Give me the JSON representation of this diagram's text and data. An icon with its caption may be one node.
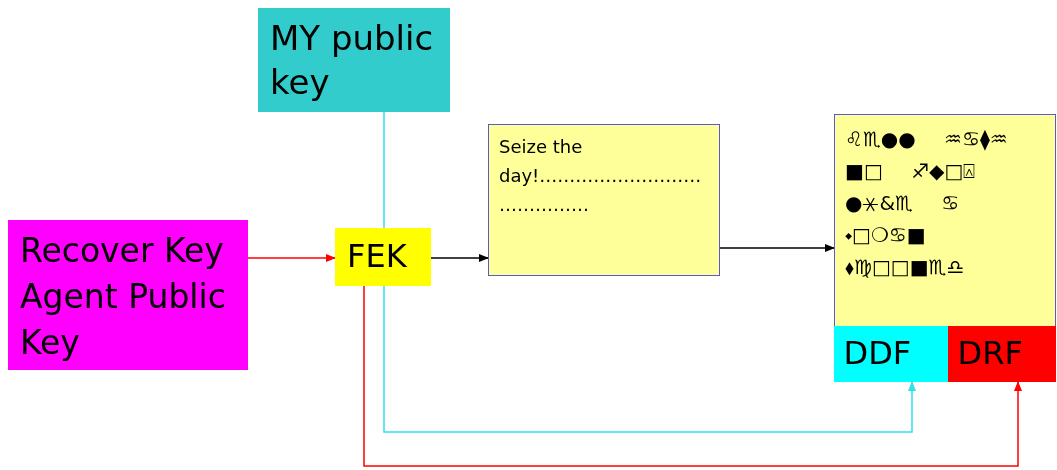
{
  "diagram": {
    "nodes": [
      {
        "text": [
          "MY public key"
        ]
      },
      {
        "text": [
          "Recover Key Agent Public Key"
        ]
      },
      {
        "text": [
          "FEK"
        ]
      },
      {
        "text": [
          "Seize the day!……………………………………"
        ]
      },
      {
        "text": [
          "♌♏●● ♒♋⧫♒ ■□ ♐◆□⍓ ●⚹&♏ ♋ ⬩□❍♋■ ⬧♍□□■♏♎"
        ]
      },
      {
        "text": [
          "DDF"
        ],
        "in": 4
      },
      {
        "text": [
          "DRF"
        ],
        "in": 4
      }
    ],
    "edges": [
      {
        "from": 1,
        "to": 2,
        "arrow": "to",
        "color": "#ff0000"
      },
      {
        "from": 2,
        "to": 3,
        "arrow": "to",
        "color": "#000000"
      },
      {
        "from": 3,
        "to": 4,
        "arrow": "to",
        "color": "#000000"
      },
      {
        "from": 0,
        "to": 2,
        "arrow": "none",
        "color": "#33e0f0"
      },
      {
        "from": 2,
        "to": 5,
        "arrow": "to",
        "color": "#33e0f0"
      },
      {
        "from": 2,
        "to": 6,
        "arrow": "to",
        "color": "#ff0000"
      }
    ]
  }
}
